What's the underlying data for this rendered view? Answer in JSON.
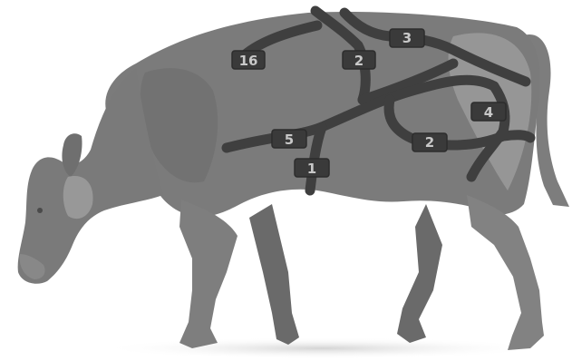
{
  "illustration": {
    "subject": "cow-body-map",
    "colors": {
      "body": "#7b7b7b",
      "body_light": "#9a9a9a",
      "body_dark": "#5e5e5e",
      "route": "#3f3f3f",
      "badge_fill": "#3a3a3a",
      "badge_text": "#c8c8c8",
      "ground": "#d2d2d2"
    },
    "badges": [
      {
        "id": "neck-top",
        "label": "16"
      },
      {
        "id": "upper-back",
        "label": "2"
      },
      {
        "id": "top-back",
        "label": "3"
      },
      {
        "id": "rump",
        "label": "4"
      },
      {
        "id": "belly-center",
        "label": "5"
      },
      {
        "id": "flank",
        "label": "2"
      },
      {
        "id": "belly-low",
        "label": "1"
      }
    ]
  }
}
